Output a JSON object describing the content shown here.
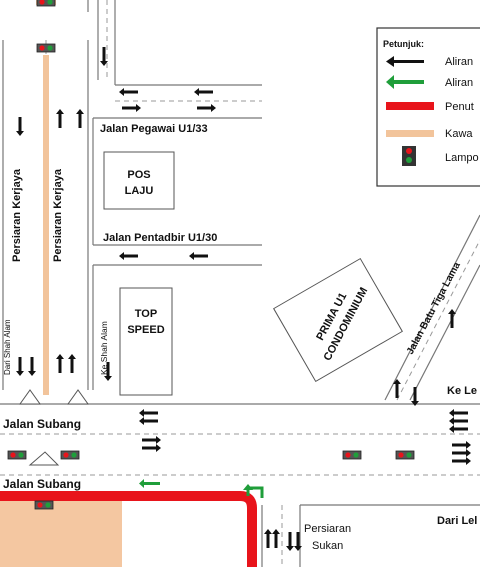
{
  "legend": {
    "heading": "Petunjuk:",
    "items": [
      {
        "icon": "black-arrow-icon",
        "label": "Aliran",
        "color": "#111111"
      },
      {
        "icon": "green-arrow-icon",
        "label": "Aliran",
        "color": "#1f9e3a"
      },
      {
        "icon": "red-line-icon",
        "label": "Penut",
        "color": "#e8141b"
      },
      {
        "icon": "tan-line-icon",
        "label": "Kawa",
        "color": "#f2c49b"
      },
      {
        "icon": "traffic-light-icon",
        "label": "Lampo",
        "color": "#333333"
      }
    ]
  },
  "labels": {
    "jalan_pegawai": "Jalan Pegawai U1/33",
    "pos_laju_1": "POS",
    "pos_laju_2": "LAJU",
    "jalan_pentadbir": "Jalan Pentadbir U1/30",
    "persiaran_kerjaya_left": "Persiaran Kerjaya",
    "persiaran_kerjaya_right": "Persiaran Kerjaya",
    "dari_shah_alam": "Dari Shah Alam",
    "ke_shah_alam": "Ke Shah Alam",
    "top_speed_1": "TOP",
    "top_speed_2": "SPEED",
    "prima_1": "PRIMA U1",
    "prima_2": "CONDOMINIUM",
    "jalan_batu_tiga_lama": "Jalan Batu Tiga Lama",
    "ke_le": "Ke Le",
    "jalan_subang_upper": "Jalan Subang",
    "jalan_subang_lower": "Jalan Subang",
    "dari_lel": "Dari Lel",
    "persiaran_sukan_1": "Persiaran",
    "persiaran_sukan_2": "Sukan"
  },
  "colors": {
    "closure_red": "#e8141b",
    "tan_path": "#f2c49b",
    "green_arrow": "#1f9e3a",
    "orange_block": "#f4c7a1"
  }
}
